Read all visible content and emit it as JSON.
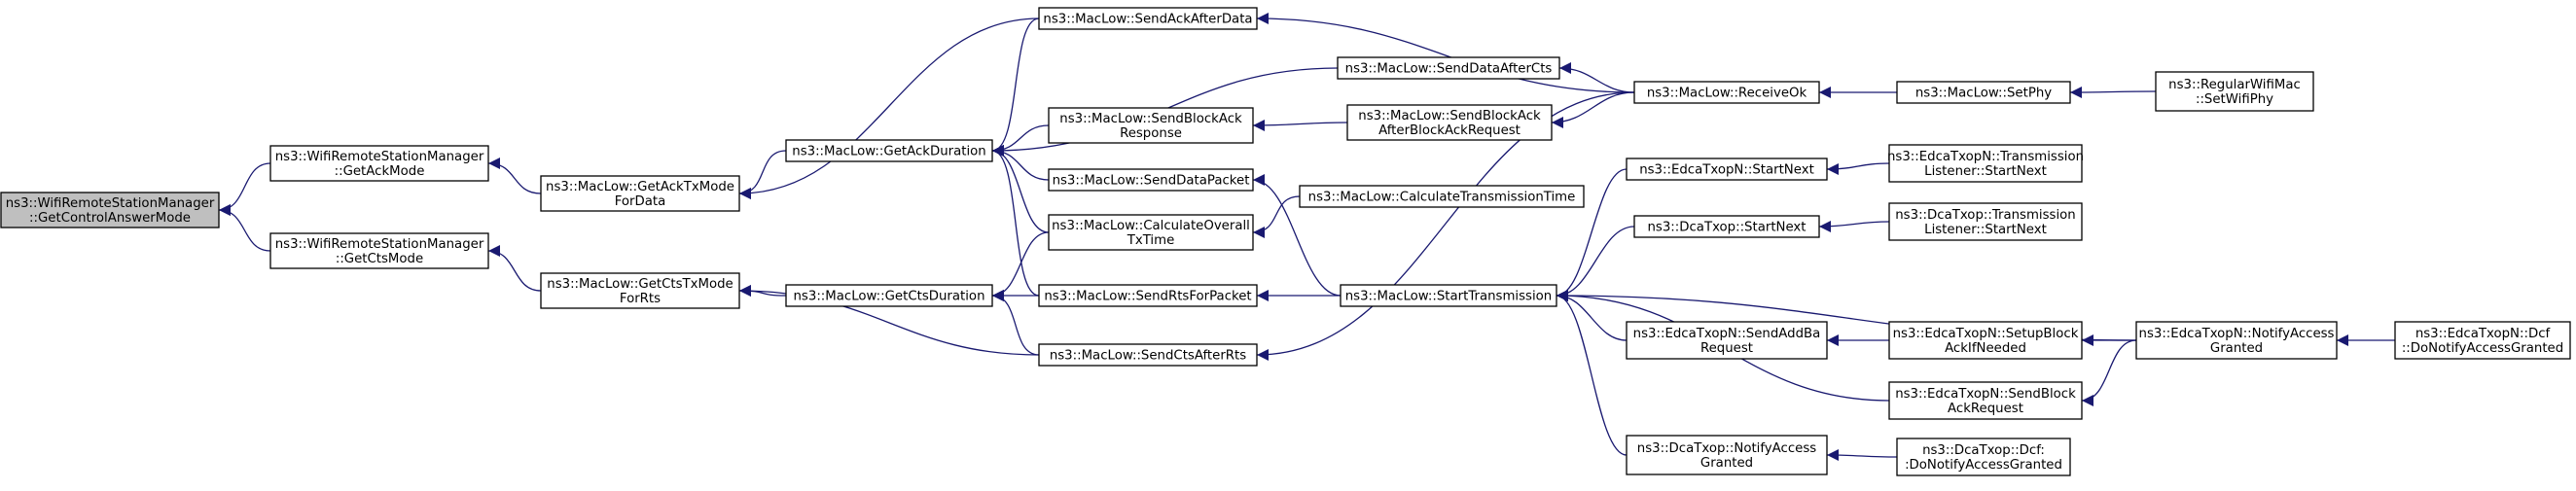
{
  "graph": {
    "edge_color": "#191970",
    "root_fill": "#bfbfbf",
    "node_fill": "#ffffff",
    "nodes": [
      {
        "id": "root",
        "lines": [
          "ns3::WifiRemoteStationManager",
          "::GetControlAnswerMode"
        ]
      },
      {
        "id": "getAckMode",
        "lines": [
          "ns3::WifiRemoteStationManager",
          "::GetAckMode"
        ]
      },
      {
        "id": "getCtsMode",
        "lines": [
          "ns3::WifiRemoteStationManager",
          "::GetCtsMode"
        ]
      },
      {
        "id": "getAckTxModeForData",
        "lines": [
          "ns3::MacLow::GetAckTxMode",
          "ForData"
        ]
      },
      {
        "id": "getCtsTxModeForRts",
        "lines": [
          "ns3::MacLow::GetCtsTxMode",
          "ForRts"
        ]
      },
      {
        "id": "getAckDuration",
        "lines": [
          "ns3::MacLow::GetAckDuration"
        ]
      },
      {
        "id": "getCtsDuration",
        "lines": [
          "ns3::MacLow::GetCtsDuration"
        ]
      },
      {
        "id": "sendAckAfterData",
        "lines": [
          "ns3::MacLow::SendAckAfterData"
        ]
      },
      {
        "id": "sendDataAfterCts",
        "lines": [
          "ns3::MacLow::SendDataAfterCts"
        ]
      },
      {
        "id": "sendBlockAckResponse",
        "lines": [
          "ns3::MacLow::SendBlockAck",
          "Response"
        ]
      },
      {
        "id": "sendDataPacket",
        "lines": [
          "ns3::MacLow::SendDataPacket"
        ]
      },
      {
        "id": "calcOverallTxTime",
        "lines": [
          "ns3::MacLow::CalculateOverall",
          "TxTime"
        ]
      },
      {
        "id": "sendRtsForPacket",
        "lines": [
          "ns3::MacLow::SendRtsForPacket"
        ]
      },
      {
        "id": "sendCtsAfterRts",
        "lines": [
          "ns3::MacLow::SendCtsAfterRts"
        ]
      },
      {
        "id": "sendBlockAckAfterReq",
        "lines": [
          "ns3::MacLow::SendBlockAck",
          "AfterBlockAckRequest"
        ]
      },
      {
        "id": "calcTxTime",
        "lines": [
          "ns3::MacLow::CalculateTransmissionTime"
        ]
      },
      {
        "id": "startTransmission",
        "lines": [
          "ns3::MacLow::StartTransmission"
        ]
      },
      {
        "id": "receiveOk",
        "lines": [
          "ns3::MacLow::ReceiveOk"
        ]
      },
      {
        "id": "setPhy",
        "lines": [
          "ns3::MacLow::SetPhy"
        ]
      },
      {
        "id": "regularSetWifiPhy",
        "lines": [
          "ns3::RegularWifiMac",
          "::SetWifiPhy"
        ]
      },
      {
        "id": "edcaStartNext",
        "lines": [
          "ns3::EdcaTxopN::StartNext"
        ]
      },
      {
        "id": "edcaListenerStartNext",
        "lines": [
          "ns3::EdcaTxopN::Transmission",
          "Listener::StartNext"
        ]
      },
      {
        "id": "dcaStartNext",
        "lines": [
          "ns3::DcaTxop::StartNext"
        ]
      },
      {
        "id": "dcaListenerStartNext",
        "lines": [
          "ns3::DcaTxop::Transmission",
          "Listener::StartNext"
        ]
      },
      {
        "id": "edcaSendAddBa",
        "lines": [
          "ns3::EdcaTxopN::SendAddBa",
          "Request"
        ]
      },
      {
        "id": "edcaSetupBlockAck",
        "lines": [
          "ns3::EdcaTxopN::SetupBlock",
          "AckIfNeeded"
        ]
      },
      {
        "id": "edcaNotifyAccess",
        "lines": [
          "ns3::EdcaTxopN::NotifyAccess",
          "Granted"
        ]
      },
      {
        "id": "edcaDcfDoNotify",
        "lines": [
          "ns3::EdcaTxopN::Dcf",
          "::DoNotifyAccessGranted"
        ]
      },
      {
        "id": "edcaSendBlockAckReq",
        "lines": [
          "ns3::EdcaTxopN::SendBlock",
          "AckRequest"
        ]
      },
      {
        "id": "dcaNotifyAccess",
        "lines": [
          "ns3::DcaTxop::NotifyAccess",
          "Granted"
        ]
      },
      {
        "id": "dcaDcfDoNotify",
        "lines": [
          "ns3::DcaTxop::Dcf:",
          ":DoNotifyAccessGranted"
        ]
      }
    ],
    "edges": [
      {
        "from": "getAckMode",
        "to": "root"
      },
      {
        "from": "getCtsMode",
        "to": "root"
      },
      {
        "from": "getAckTxModeForData",
        "to": "getAckMode"
      },
      {
        "from": "getCtsTxModeForRts",
        "to": "getCtsMode"
      },
      {
        "from": "getAckDuration",
        "to": "getAckTxModeForData"
      },
      {
        "from": "sendAckAfterData",
        "to": "getAckTxModeForData"
      },
      {
        "from": "getCtsDuration",
        "to": "getCtsTxModeForRts"
      },
      {
        "from": "sendCtsAfterRts",
        "to": "getCtsTxModeForRts"
      },
      {
        "from": "sendAckAfterData",
        "to": "getAckDuration"
      },
      {
        "from": "sendDataAfterCts",
        "to": "getAckDuration"
      },
      {
        "from": "sendBlockAckResponse",
        "to": "getAckDuration"
      },
      {
        "from": "sendDataPacket",
        "to": "getAckDuration"
      },
      {
        "from": "calcOverallTxTime",
        "to": "getAckDuration"
      },
      {
        "from": "sendRtsForPacket",
        "to": "getAckDuration"
      },
      {
        "from": "calcOverallTxTime",
        "to": "getCtsDuration"
      },
      {
        "from": "sendRtsForPacket",
        "to": "getCtsDuration"
      },
      {
        "from": "sendCtsAfterRts",
        "to": "getCtsDuration"
      },
      {
        "from": "receiveOk",
        "to": "sendAckAfterData"
      },
      {
        "from": "receiveOk",
        "to": "sendDataAfterCts"
      },
      {
        "from": "sendBlockAckAfterReq",
        "to": "sendBlockAckResponse"
      },
      {
        "from": "receiveOk",
        "to": "sendBlockAckAfterReq"
      },
      {
        "from": "calcTxTime",
        "to": "calcOverallTxTime"
      },
      {
        "from": "startTransmission",
        "to": "sendDataPacket"
      },
      {
        "from": "startTransmission",
        "to": "sendRtsForPacket"
      },
      {
        "from": "receiveOk",
        "to": "sendCtsAfterRts"
      },
      {
        "from": "setPhy",
        "to": "receiveOk"
      },
      {
        "from": "regularSetWifiPhy",
        "to": "setPhy"
      },
      {
        "from": "edcaStartNext",
        "to": "startTransmission"
      },
      {
        "from": "dcaStartNext",
        "to": "startTransmission"
      },
      {
        "from": "edcaSendAddBa",
        "to": "startTransmission"
      },
      {
        "from": "edcaSendBlockAckReq",
        "to": "startTransmission"
      },
      {
        "from": "edcaNotifyAccess",
        "to": "startTransmission"
      },
      {
        "from": "dcaNotifyAccess",
        "to": "startTransmission"
      },
      {
        "from": "edcaListenerStartNext",
        "to": "edcaStartNext"
      },
      {
        "from": "dcaListenerStartNext",
        "to": "dcaStartNext"
      },
      {
        "from": "edcaSetupBlockAck",
        "to": "edcaSendAddBa"
      },
      {
        "from": "edcaNotifyAccess",
        "to": "edcaSetupBlockAck"
      },
      {
        "from": "edcaNotifyAccess",
        "to": "edcaSendBlockAckReq"
      },
      {
        "from": "edcaDcfDoNotify",
        "to": "edcaNotifyAccess"
      },
      {
        "from": "dcaDcfDoNotify",
        "to": "dcaNotifyAccess"
      }
    ]
  }
}
